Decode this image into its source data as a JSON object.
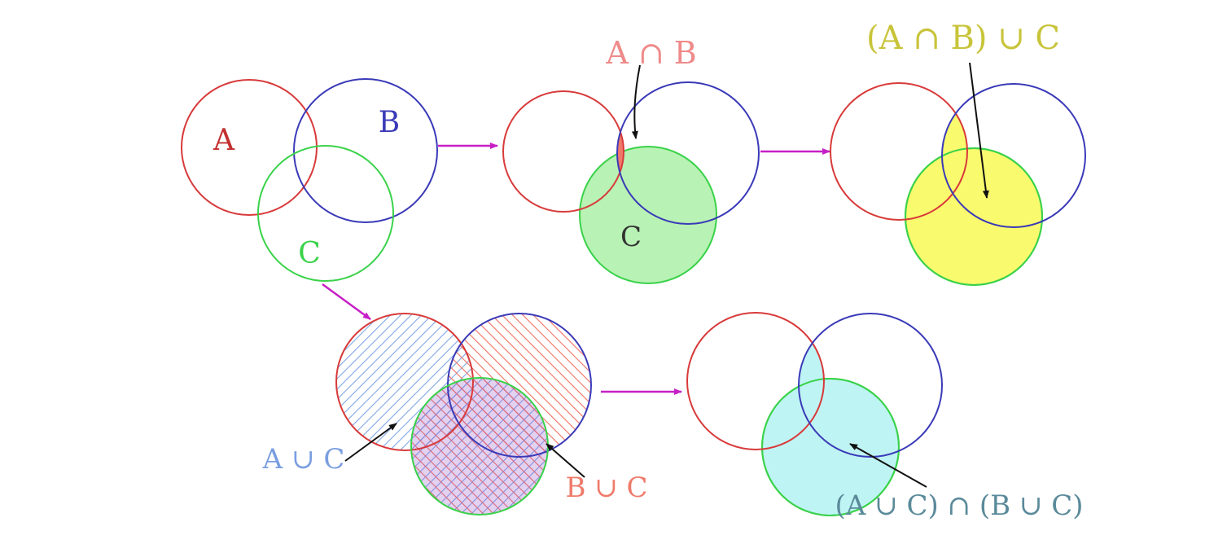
{
  "colors": {
    "a": "#d83a3a",
    "b": "#3a3ab8",
    "c": "#3ad24a",
    "arrow": "#c61fc6",
    "pointer": "#111111",
    "fill_ab": "#f07a6a",
    "fill_c": "#b8f2b4",
    "fill_result1": "#fafa6e",
    "fill_result2": "#bff4f4",
    "label_ab": "#ef8a8a",
    "label_result1": "#c8c43a",
    "label_auc": "#7a9ee0",
    "label_buc": "#ef7a6a",
    "label_result2": "#5a8a9a"
  },
  "diagram1": {
    "label_a": "A",
    "label_b": "B",
    "label_c": "C"
  },
  "diagram2": {
    "label_ab": "A ∩ B",
    "label_c": "C"
  },
  "diagram3": {
    "label_result": "(A ∩ B) ∪ C"
  },
  "diagram4": {
    "label_auc": "A ∪ C",
    "label_buc": "B ∪ C"
  },
  "diagram5": {
    "label_result": "(A ∪ C) ∩ (B ∪ C)"
  }
}
